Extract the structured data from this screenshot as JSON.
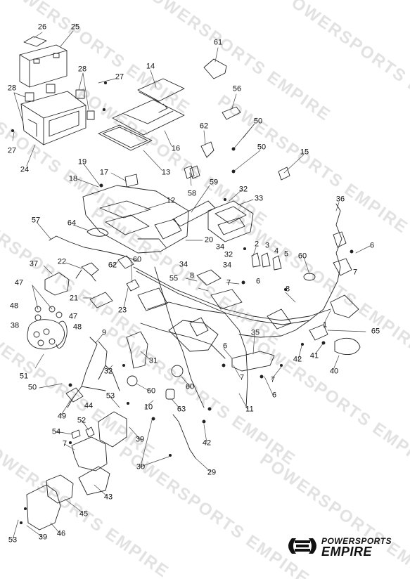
{
  "watermark": {
    "text": "POWERSPORTS EMPIRE"
  },
  "brand": {
    "top": "POWERSPORTS",
    "bottom": "EMPIRE",
    "logo_icon": "powersports-empire-logo"
  },
  "callouts": [
    {
      "id": "c26",
      "label": "26"
    },
    {
      "id": "c25",
      "label": "25"
    },
    {
      "id": "c28a",
      "label": "28"
    },
    {
      "id": "c27a",
      "label": "27"
    },
    {
      "id": "c28b",
      "label": "28"
    },
    {
      "id": "c27b",
      "label": "27"
    },
    {
      "id": "c24",
      "label": "24"
    },
    {
      "id": "c14",
      "label": "14"
    },
    {
      "id": "c16",
      "label": "16"
    },
    {
      "id": "c13",
      "label": "13"
    },
    {
      "id": "c61",
      "label": "61"
    },
    {
      "id": "c56",
      "label": "56"
    },
    {
      "id": "c62a",
      "label": "62"
    },
    {
      "id": "c50a",
      "label": "50"
    },
    {
      "id": "c50b",
      "label": "50"
    },
    {
      "id": "c15",
      "label": "15"
    },
    {
      "id": "c19",
      "label": "19"
    },
    {
      "id": "c18",
      "label": "18"
    },
    {
      "id": "c17",
      "label": "17"
    },
    {
      "id": "c58",
      "label": "58"
    },
    {
      "id": "c59",
      "label": "59"
    },
    {
      "id": "c32a",
      "label": "32"
    },
    {
      "id": "c33",
      "label": "33"
    },
    {
      "id": "c12",
      "label": "12"
    },
    {
      "id": "c36",
      "label": "36"
    },
    {
      "id": "c57",
      "label": "57"
    },
    {
      "id": "c64",
      "label": "64"
    },
    {
      "id": "c20",
      "label": "20"
    },
    {
      "id": "c34a",
      "label": "34"
    },
    {
      "id": "c2",
      "label": "2"
    },
    {
      "id": "c3",
      "label": "3"
    },
    {
      "id": "c4",
      "label": "4"
    },
    {
      "id": "c5",
      "label": "5"
    },
    {
      "id": "c32b",
      "label": "32"
    },
    {
      "id": "c6a",
      "label": "6"
    },
    {
      "id": "c60a",
      "label": "60"
    },
    {
      "id": "c7a",
      "label": "7"
    },
    {
      "id": "c37",
      "label": "37"
    },
    {
      "id": "c22",
      "label": "22"
    },
    {
      "id": "c62b",
      "label": "62"
    },
    {
      "id": "c60b",
      "label": "60"
    },
    {
      "id": "c34b",
      "label": "34"
    },
    {
      "id": "c34c",
      "label": "34"
    },
    {
      "id": "c55",
      "label": "55"
    },
    {
      "id": "c8a",
      "label": "8"
    },
    {
      "id": "c7b",
      "label": "7"
    },
    {
      "id": "c6b",
      "label": "6"
    },
    {
      "id": "c8b",
      "label": "8"
    },
    {
      "id": "c47a",
      "label": "47"
    },
    {
      "id": "c48a",
      "label": "48"
    },
    {
      "id": "c47b",
      "label": "47"
    },
    {
      "id": "c48b",
      "label": "48"
    },
    {
      "id": "c21",
      "label": "21"
    },
    {
      "id": "c23",
      "label": "23"
    },
    {
      "id": "c1",
      "label": "1"
    },
    {
      "id": "c65",
      "label": "65"
    },
    {
      "id": "c38",
      "label": "38"
    },
    {
      "id": "c9",
      "label": "9"
    },
    {
      "id": "c35",
      "label": "35"
    },
    {
      "id": "c6c",
      "label": "6"
    },
    {
      "id": "c41",
      "label": "41"
    },
    {
      "id": "c42a",
      "label": "42"
    },
    {
      "id": "c40",
      "label": "40"
    },
    {
      "id": "c51",
      "label": "51"
    },
    {
      "id": "c31",
      "label": "31"
    },
    {
      "id": "c32c",
      "label": "32"
    },
    {
      "id": "c7c",
      "label": "7"
    },
    {
      "id": "c7d",
      "label": "7"
    },
    {
      "id": "c6d",
      "label": "6"
    },
    {
      "id": "c50c",
      "label": "50"
    },
    {
      "id": "c60c",
      "label": "60"
    },
    {
      "id": "c60d",
      "label": "60"
    },
    {
      "id": "c53a",
      "label": "53"
    },
    {
      "id": "c44",
      "label": "44"
    },
    {
      "id": "c10",
      "label": "10"
    },
    {
      "id": "c63",
      "label": "63"
    },
    {
      "id": "c11",
      "label": "11"
    },
    {
      "id": "c49",
      "label": "49"
    },
    {
      "id": "c52",
      "label": "52"
    },
    {
      "id": "c54",
      "label": "54"
    },
    {
      "id": "c39a",
      "label": "39"
    },
    {
      "id": "c42b",
      "label": "42"
    },
    {
      "id": "c7e",
      "label": "7"
    },
    {
      "id": "c30",
      "label": "30"
    },
    {
      "id": "c29",
      "label": "29"
    },
    {
      "id": "c43",
      "label": "43"
    },
    {
      "id": "c45",
      "label": "45"
    },
    {
      "id": "c46",
      "label": "46"
    },
    {
      "id": "c53b",
      "label": "53"
    },
    {
      "id": "c39b",
      "label": "39"
    }
  ]
}
